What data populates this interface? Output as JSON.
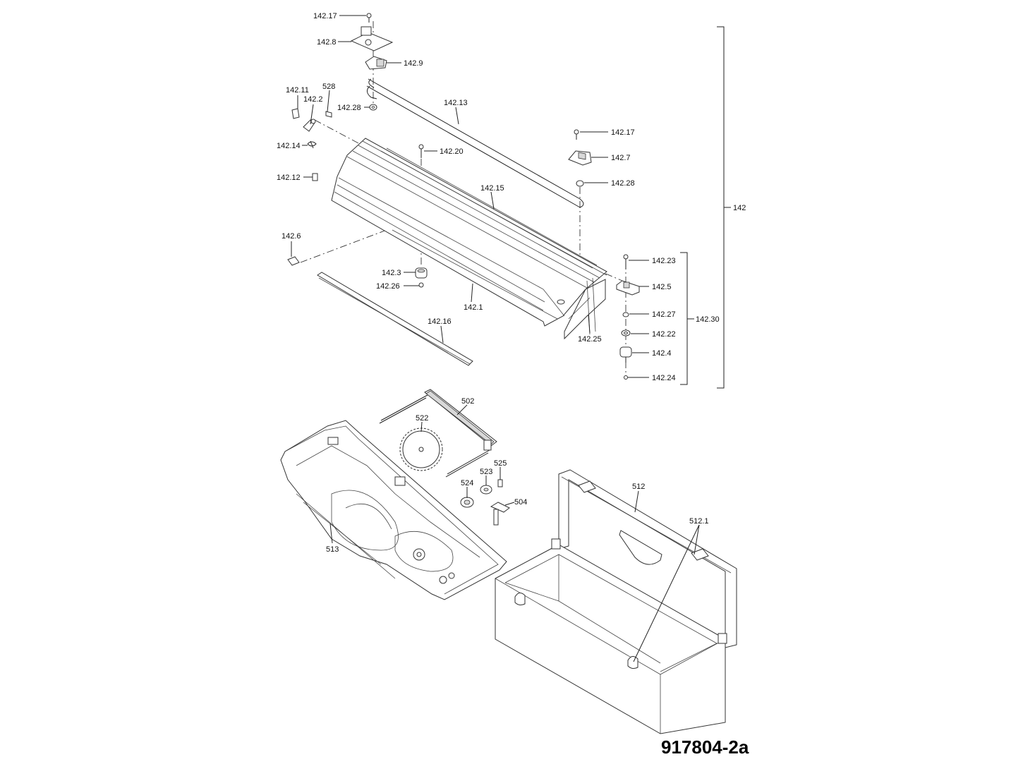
{
  "drawing_number": "917804-2a",
  "labels": {
    "p142_17a": "142.17",
    "p142_8": "142.8",
    "p142_9": "142.9",
    "p142_11": "142.11",
    "p528": "528",
    "p142_2": "142.2",
    "p142_28a": "142.28",
    "p142_13": "142.13",
    "p142_14": "142.14",
    "p142_20": "142.20",
    "p142_12": "142.12",
    "p142_15": "142.15",
    "p142_17b": "142.17",
    "p142_7": "142.7",
    "p142_28b": "142.28",
    "p142": "142",
    "p142_6": "142.6",
    "p142_3": "142.3",
    "p142_26": "142.26",
    "p142_1": "142.1",
    "p142_16": "142.16",
    "p142_25": "142.25",
    "p142_23": "142.23",
    "p142_5": "142.5",
    "p142_27": "142.27",
    "p142_22": "142.22",
    "p142_30": "142.30",
    "p142_4": "142.4",
    "p142_24": "142.24",
    "p502": "502",
    "p522": "522",
    "p525": "525",
    "p523": "523",
    "p524": "524",
    "p504": "504",
    "p512": "512",
    "p512_1": "512.1",
    "p513": "513"
  }
}
